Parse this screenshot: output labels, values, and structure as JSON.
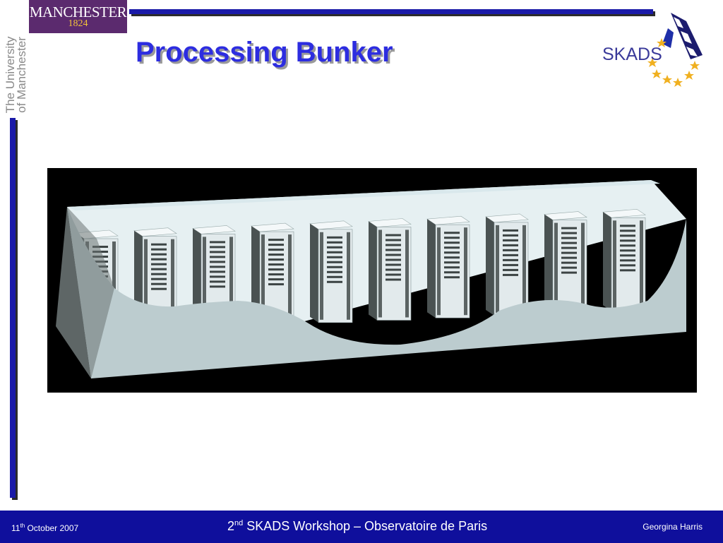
{
  "logo": {
    "name": "MANCHESTER",
    "year": "1824"
  },
  "university": {
    "line1": "The University",
    "line2": "of Manchester"
  },
  "title": "Processing Bunker",
  "skads_logo": {
    "text": "SKADS"
  },
  "figure": {
    "rack_count": 10
  },
  "footer": {
    "date_day": "11",
    "date_suffix": "th",
    "date_rest": " October 2007",
    "event_num": "2",
    "event_suffix": "nd",
    "event_rest": " SKADS Workshop – Observatoire de Paris",
    "author": "Georgina Harris"
  },
  "colors": {
    "accent_blue": "#1a1aa8",
    "title_blue": "#2d2de0",
    "footer_bg": "#0f0f9c",
    "logo_purple": "#5b2a6e",
    "logo_gold": "#f2c23a"
  }
}
